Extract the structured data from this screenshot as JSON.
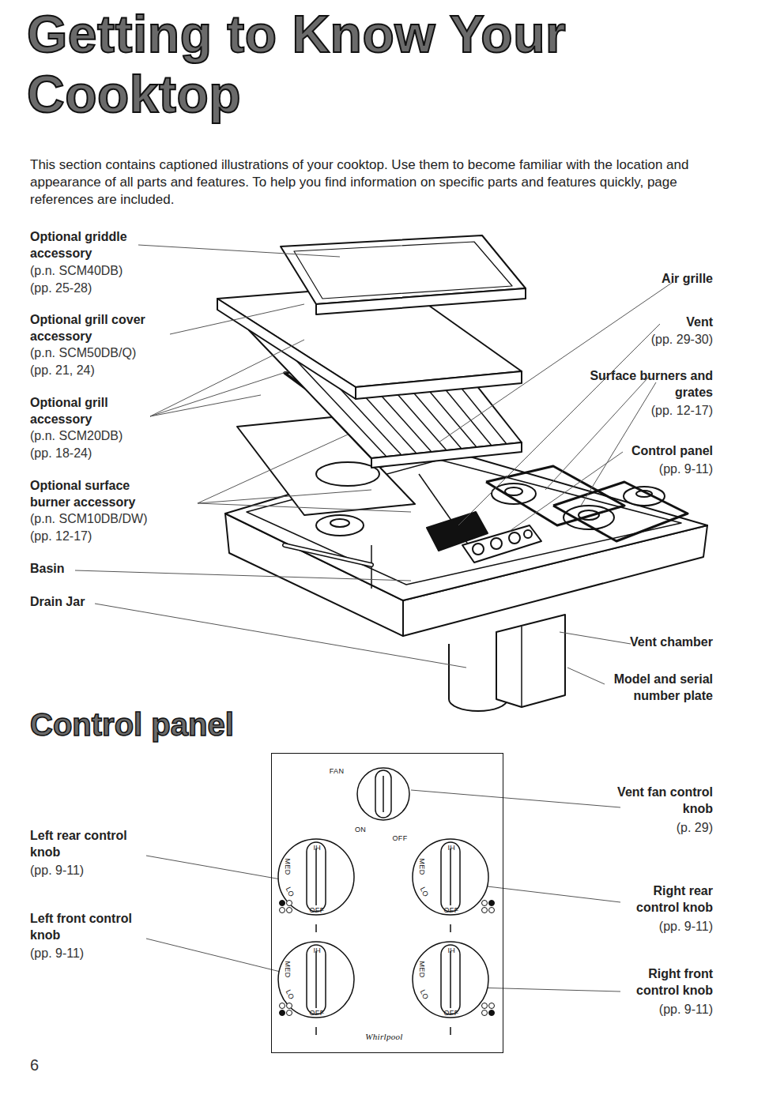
{
  "diagram": {
    "title": "Getting to Know Your Cooktop",
    "nodes": [
      {
        "text": [
          "FAN",
          "ON",
          "OFF",
          "HI",
          "MED",
          "LO",
          "OFF",
          "HI",
          "MED",
          "LO",
          "OFF",
          "HI",
          "MED",
          "LO",
          "OFF",
          "HI",
          "MED",
          "LO",
          "OFF",
          "Whirlpool"
        ]
      }
    ],
    "labels": [
      "This section contains captioned illustrations of your cooktop. Use them to become familiar with the location and appearance of all parts and features. To help you find information on specific parts and features quickly, page references are included.",
      "Optional griddle accessory",
      "(p.n. SCM40DB)",
      "(pp. 25-28)",
      "Optional grill cover accessory",
      "(p.n. SCM50DB/Q)",
      "(pp. 21, 24)",
      "Optional grill accessory",
      "(p.n. SCM20DB)",
      "(pp. 18-24)",
      "Optional surface burner accessory",
      "(p.n. SCM10DB/DW)",
      "(pp. 12-17)",
      "Basin",
      "Drain Jar",
      "Air grille",
      "Vent",
      "(pp. 29-30)",
      "Surface burners and grates",
      "(pp. 12-17)",
      "Control panel",
      "(pp. 9-11)",
      "Vent chamber",
      "Model and serial number plate",
      "Control panel",
      "Vent fan control knob",
      "(p. 29)",
      "Left rear control knob",
      "(pp. 9-11)",
      "Right rear control knob",
      "(pp. 9-11)",
      "Left front control knob",
      "(pp. 9-11)",
      "Right front control knob",
      "(pp. 9-11)",
      "6"
    ]
  }
}
